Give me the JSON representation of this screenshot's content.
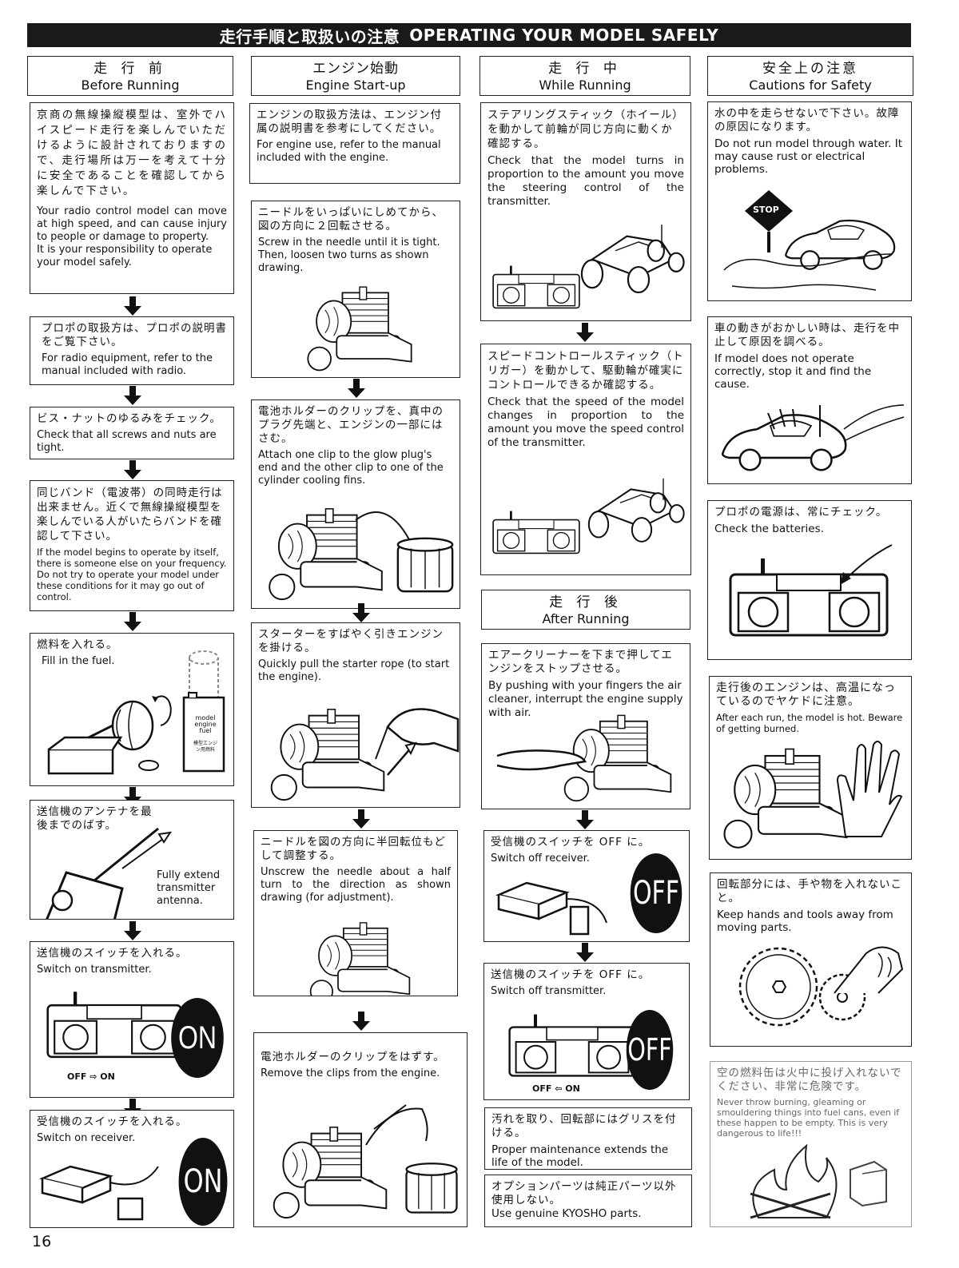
{
  "header": {
    "jp": "走行手順と取扱いの注意",
    "en": "OPERATING YOUR MODEL SAFELY"
  },
  "columns": [
    {
      "jp": "走 行 前",
      "en": "Before Running"
    },
    {
      "jp": "エンジン始動",
      "en": "Engine Start-up"
    },
    {
      "jp": "走 行 中",
      "en": "While Running"
    },
    {
      "jp": "安全上の注意",
      "en": "Cautions for Safety"
    }
  ],
  "before": [
    {
      "jp": "京商の無線操縦模型は、室外でハイスピード走行を楽しんでいただけるように設計されておりますので、走行場所は万一を考えて十分に安全であることを確認してから楽しんで下さい。",
      "en": "Your radio control model can move at high speed, and can cause injury to people or damage to property.",
      "en2": "It is your responsibility to operate your model safely."
    },
    {
      "jp": "プロポの取扱方は、プロポの説明書をご覧下さい。",
      "en": "For radio equipment, refer to the manual included with radio."
    },
    {
      "jp": "ビス・ナットのゆるみをチェック。",
      "en": "Check that all screws and nuts are tight."
    },
    {
      "jp": "同じバンド（電波帯）の同時走行は出来ません。近くで無線操縦模型を楽しんでいる人がいたらバンドを確認して下さい。",
      "en": "If the model begins to operate by itself, there is someone else on your frequency. Do not try to operate your model under these conditions for it may go out of control."
    },
    {
      "jp": "燃料を入れる。",
      "en": "Fill in the fuel.",
      "can_label1": "model",
      "can_label2": "engine",
      "can_label3": "fuel",
      "can_label4": "模型エンジン用燃料"
    },
    {
      "jp": "送信機のアンテナを最後までのばす。",
      "en": "Fully extend transmitter antenna."
    },
    {
      "jp": "送信機のスイッチを入れる。",
      "en": "Switch on transmitter.",
      "badge": "ON",
      "off": "OFF",
      "on": "ON"
    },
    {
      "jp": "受信機のスイッチを入れる。",
      "en": "Switch on receiver.",
      "badge": "ON"
    }
  ],
  "engine": [
    {
      "jp": "エンジンの取扱方法は、エンジン付属の説明書を参考にしてください。",
      "en": "For engine use, refer to the manual included with the engine."
    },
    {
      "jp": "ニードルをいっぱいにしめてから、図の方向に２回転させる。",
      "en": "Screw in the needle until it is tight. Then, loosen two turns as shown drawing."
    },
    {
      "jp": "電池ホルダーのクリップを、真中のプラグ先端と、エンジンの一部にはさむ。",
      "en": "Attach one clip to the glow plug's end and the other clip to one of the cylinder cooling fins."
    },
    {
      "jp": "スターターをすばやく引きエンジンを掛ける。",
      "en": "Quickly pull the starter rope (to start the engine)."
    },
    {
      "jp": "ニードルを図の方向に半回転位もどして調整する。",
      "en": "Unscrew the needle about a half turn to the direction as shown drawing (for adjustment)."
    },
    {
      "jp": "電池ホルダーのクリップをはずす。",
      "en": "Remove the clips from the engine."
    }
  ],
  "while": [
    {
      "jp": "ステアリングスティック（ホイール）を動かして前輪が同じ方向に動くか確認する。",
      "en": "Check that the model turns in proportion to the amount you move the steering control of the transmitter."
    },
    {
      "jp": "スピードコントロールスティック（トリガー）を動かして、駆動輪が確実にコントロールできるか確認する。",
      "en": "Check that the speed of the model changes in proportion to the amount you move the speed control of the transmitter."
    }
  ],
  "after_head": {
    "jp": "走 行 後",
    "en": "After Running"
  },
  "after": [
    {
      "jp": "エアークリーナーを下まで押してエンジンをストップさせる。",
      "en": "By pushing with your fingers the air cleaner, interrupt the engine supply with air."
    },
    {
      "jp": "受信機のスイッチを OFF に。",
      "en": "Switch off receiver.",
      "badge": "OFF"
    },
    {
      "jp": "送信機のスイッチを OFF に。",
      "en": "Switch off transmitter.",
      "badge": "OFF",
      "off": "OFF",
      "on": "ON"
    },
    {
      "jp": "汚れを取り、回転部にはグリスを付ける。",
      "en": "Proper maintenance extends the life of the model."
    },
    {
      "jp": "オプションパーツは純正パーツ以外使用しない。",
      "en": "Use genuine KYOSHO parts."
    }
  ],
  "cautions": [
    {
      "jp": "水の中を走らせないで下さい。故障の原因になります。",
      "en": "Do not run model through water. It may cause rust or electrical problems.",
      "sign": "STOP"
    },
    {
      "jp": "車の動きがおかしい時は、走行を中止して原因を調べる。",
      "en": "If model does not operate correctly, stop it and find the cause."
    },
    {
      "jp": "プロポの電源は、常にチェック。",
      "en": "Check the batteries."
    },
    {
      "jp": "走行後のエンジンは、高温になっているのでヤケドに注意。",
      "en": "After each run, the model is hot. Beware of getting burned."
    },
    {
      "jp": "回転部分には、手や物を入れないこと。",
      "en": "Keep hands and tools away from moving parts."
    },
    {
      "jp": "空の燃料缶は火中に投げ入れないでください、非常に危険です。",
      "en": "Never throw burning, gleaming or smouldering things into fuel cans, even if these happen to be empty. This is very dangerous to life!!!"
    }
  ],
  "page_number": "16"
}
